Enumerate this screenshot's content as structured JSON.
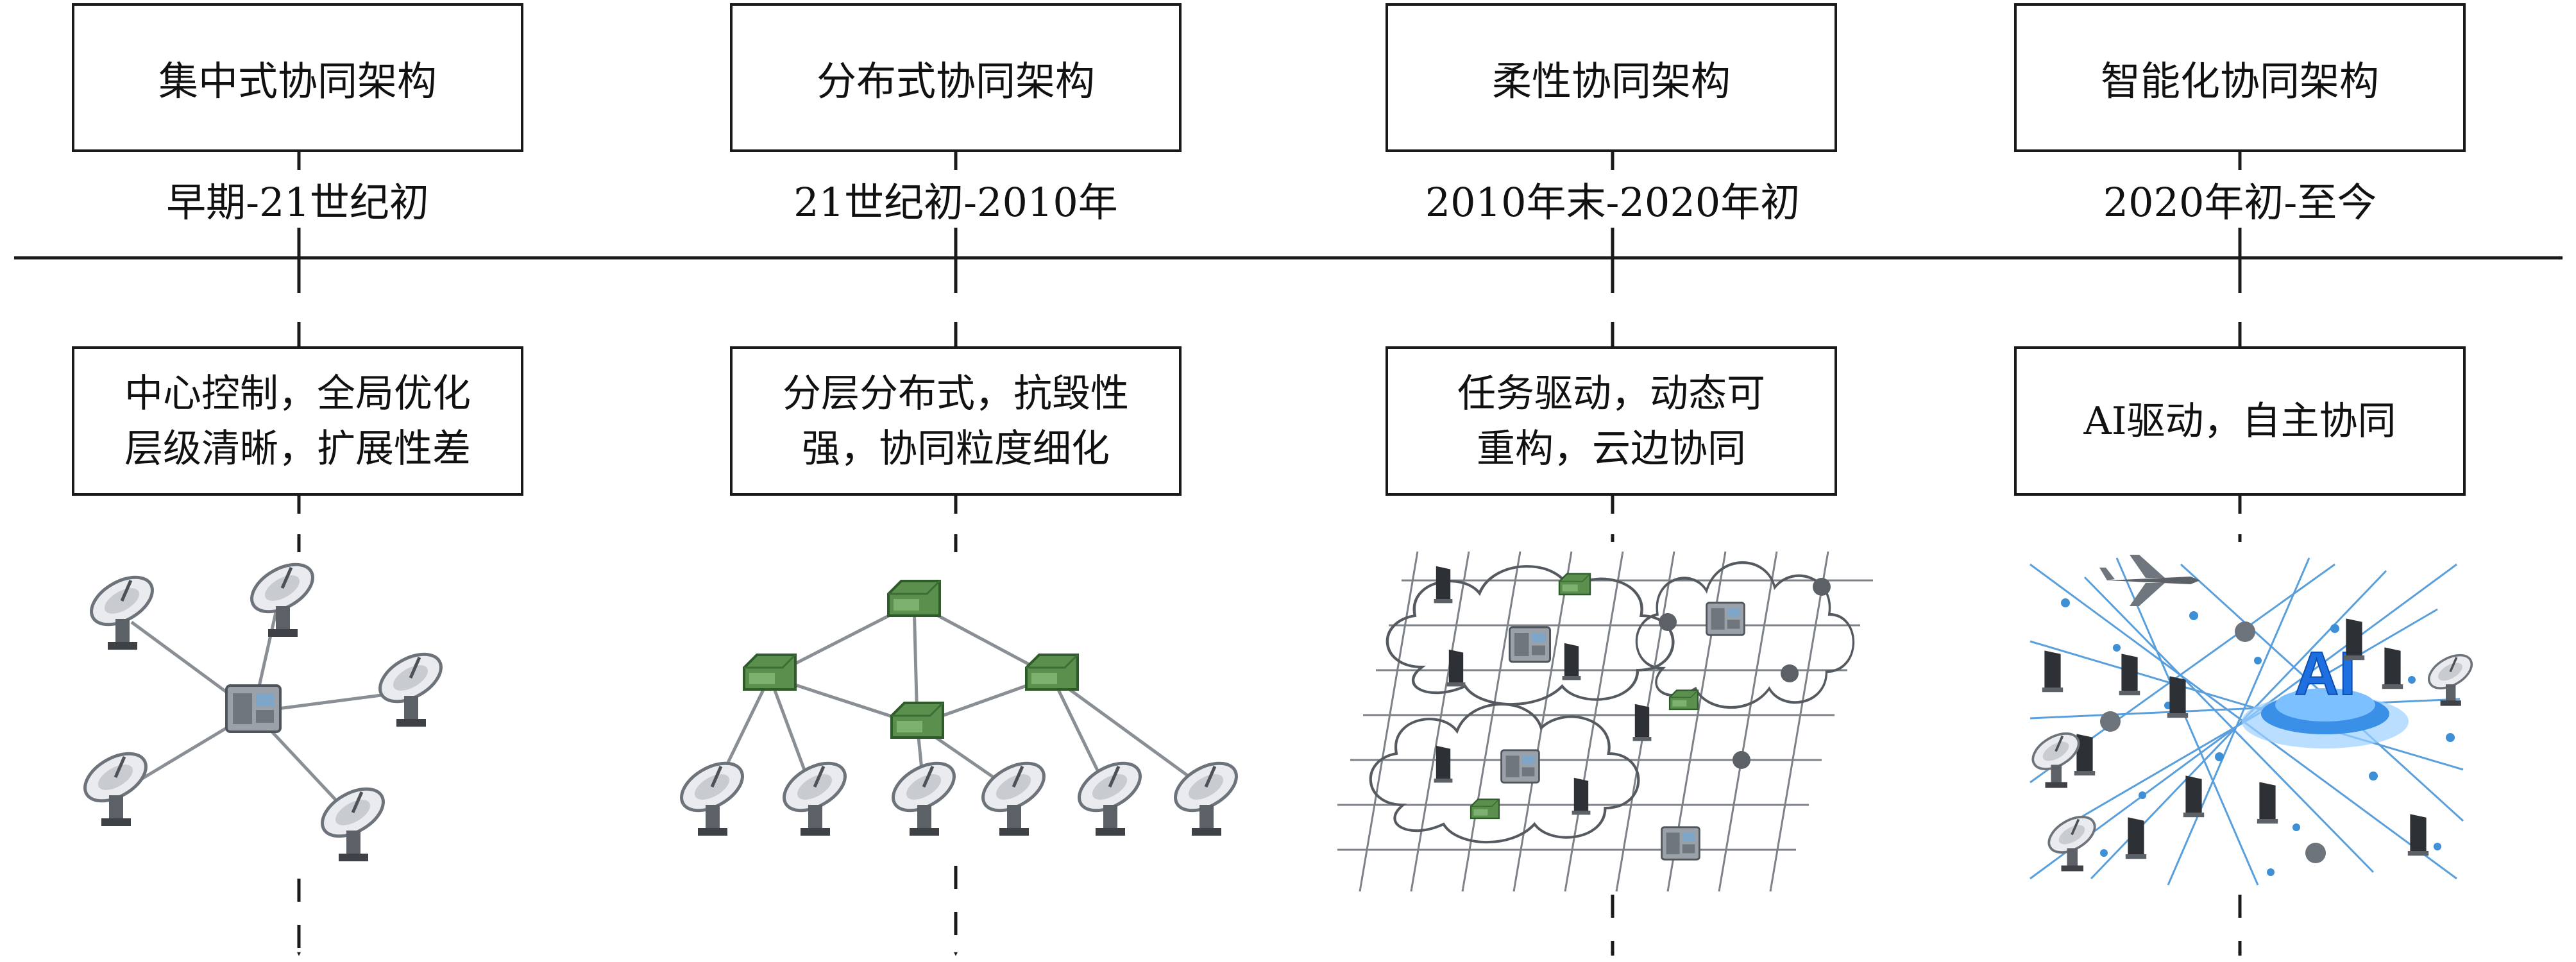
{
  "stages": [
    {
      "title": "集中式协同架构",
      "period": "早期-21世纪初",
      "desc": [
        "中心控制，全局优化",
        "层级清晰，扩展性差"
      ],
      "illustration": "centralized-star-network"
    },
    {
      "title": "分布式协同架构",
      "period": "21世纪初-2010年",
      "desc": [
        "分层分布式，抗毁性",
        "强，协同粒度细化"
      ],
      "illustration": "hierarchical-tree-network"
    },
    {
      "title": "柔性协同架构",
      "period": "2010年末-2020年初",
      "desc": [
        "任务驱动，动态可",
        "重构，云边协同"
      ],
      "illustration": "cloud-grid-network"
    },
    {
      "title": "智能化协同架构",
      "period": "2020年初-至今",
      "desc": [
        "AI驱动，自主协同"
      ],
      "illustration": "ai-mesh-network",
      "badge": "AI"
    }
  ],
  "colors": {
    "line": "#1a1a1a",
    "node_green": "#5a8f4e",
    "node_gray": "#8a9096",
    "mesh_blue": "#3d8fd6",
    "ai_blue": "#1e6fe0"
  }
}
